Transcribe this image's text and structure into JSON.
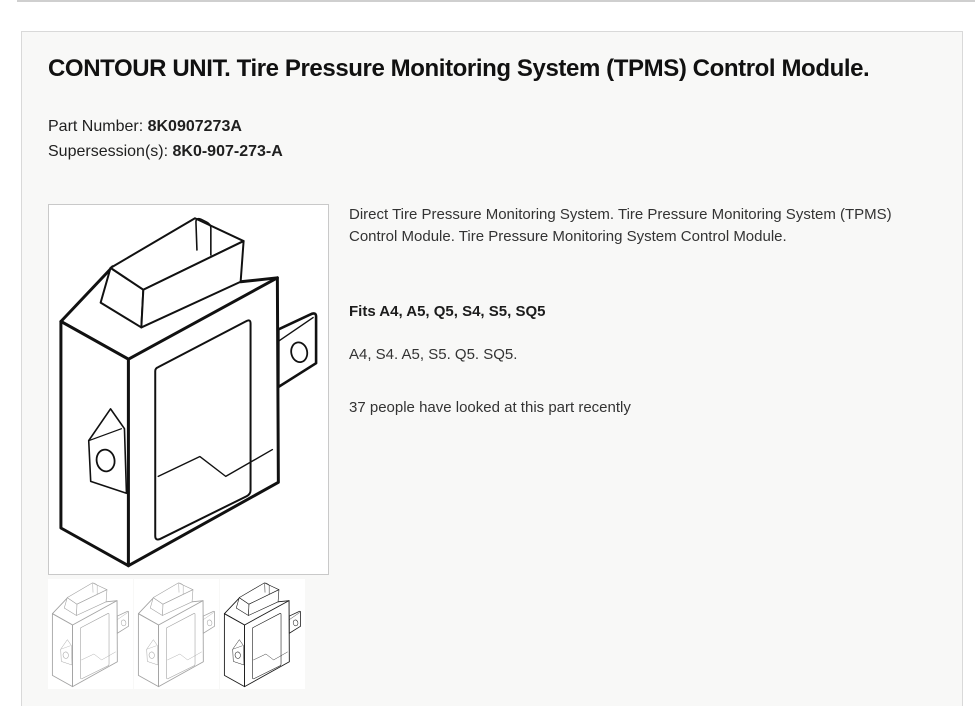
{
  "product": {
    "title": "CONTOUR UNIT. Tire Pressure Monitoring System (TPMS) Control Module.",
    "part_number_label": "Part Number:",
    "part_number": "8K0907273A",
    "supersession_label": "Supersession(s):",
    "supersession": "8K0-907-273-A"
  },
  "details": {
    "description": "Direct Tire Pressure Monitoring System. Tire Pressure Monitoring System (TPMS) Control Module. Tire Pressure Monitoring System Control Module.",
    "fits": "Fits A4, A5, Q5, S4, S5, SQ5",
    "models": "A4, S4. A5, S5. Q5. SQ5.",
    "popularity": "37 people have looked at this part recently"
  },
  "images": {
    "main_alt": "tpms-control-module-line-drawing",
    "thumbnail_count": 3
  },
  "colors": {
    "panel_background": "#f8f8f7",
    "panel_border": "#d9d9d9",
    "image_border": "#c9c9c9",
    "text_primary": "#111111",
    "text_body": "#333333",
    "thumbnail_inactive_line": "#a3a3a3",
    "thumbnail_active_line": "#1a1a1a"
  }
}
